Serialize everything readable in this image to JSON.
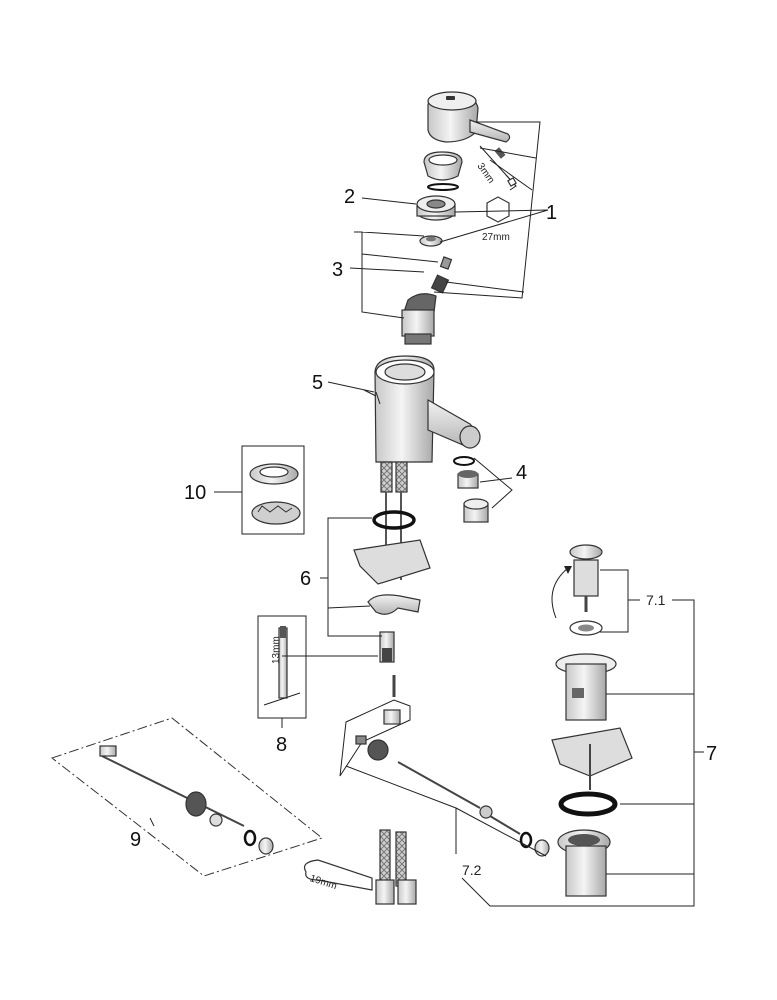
{
  "diagram": {
    "callouts": {
      "c1": "1",
      "c2": "2",
      "c3": "3",
      "c4": "4",
      "c5": "5",
      "c6": "6",
      "c7": "7",
      "c7_1": "7.1",
      "c7_2": "7.2",
      "c8": "8",
      "c9": "9",
      "c10": "10"
    },
    "tool_sizes": {
      "hex_key": "3mm",
      "cartridge_nut": "27mm",
      "rod_wrench": "13mm",
      "hose_wrench": "19mm"
    },
    "colors": {
      "part_fill": "#e6e6e6",
      "part_dark": "#9a9a9a",
      "ring": "#111111",
      "line": "#222222"
    }
  }
}
